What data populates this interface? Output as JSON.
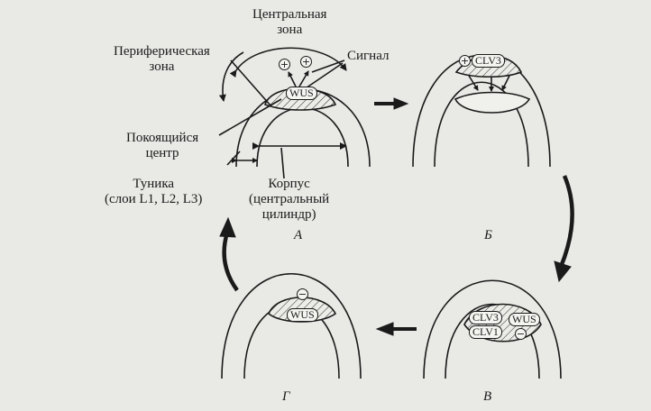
{
  "labels": {
    "central_zone": "Центральная\nзона",
    "peripheral_zone": "Периферическая\nзона",
    "signal": "Сигнал",
    "quiescent_center": "Покоящийся\nцентр",
    "tunica": "Туника\n(слои L1, L2, L3)",
    "corpus": "Корпус\n(центральный\nцилиндр)"
  },
  "genes": {
    "wus": "WUS",
    "clv3": "CLV3",
    "clv1": "CLV1"
  },
  "signs": {
    "plus": "+",
    "minus": "−"
  },
  "panels": {
    "a": "А",
    "b": "Б",
    "v": "В",
    "g": "Г"
  }
}
